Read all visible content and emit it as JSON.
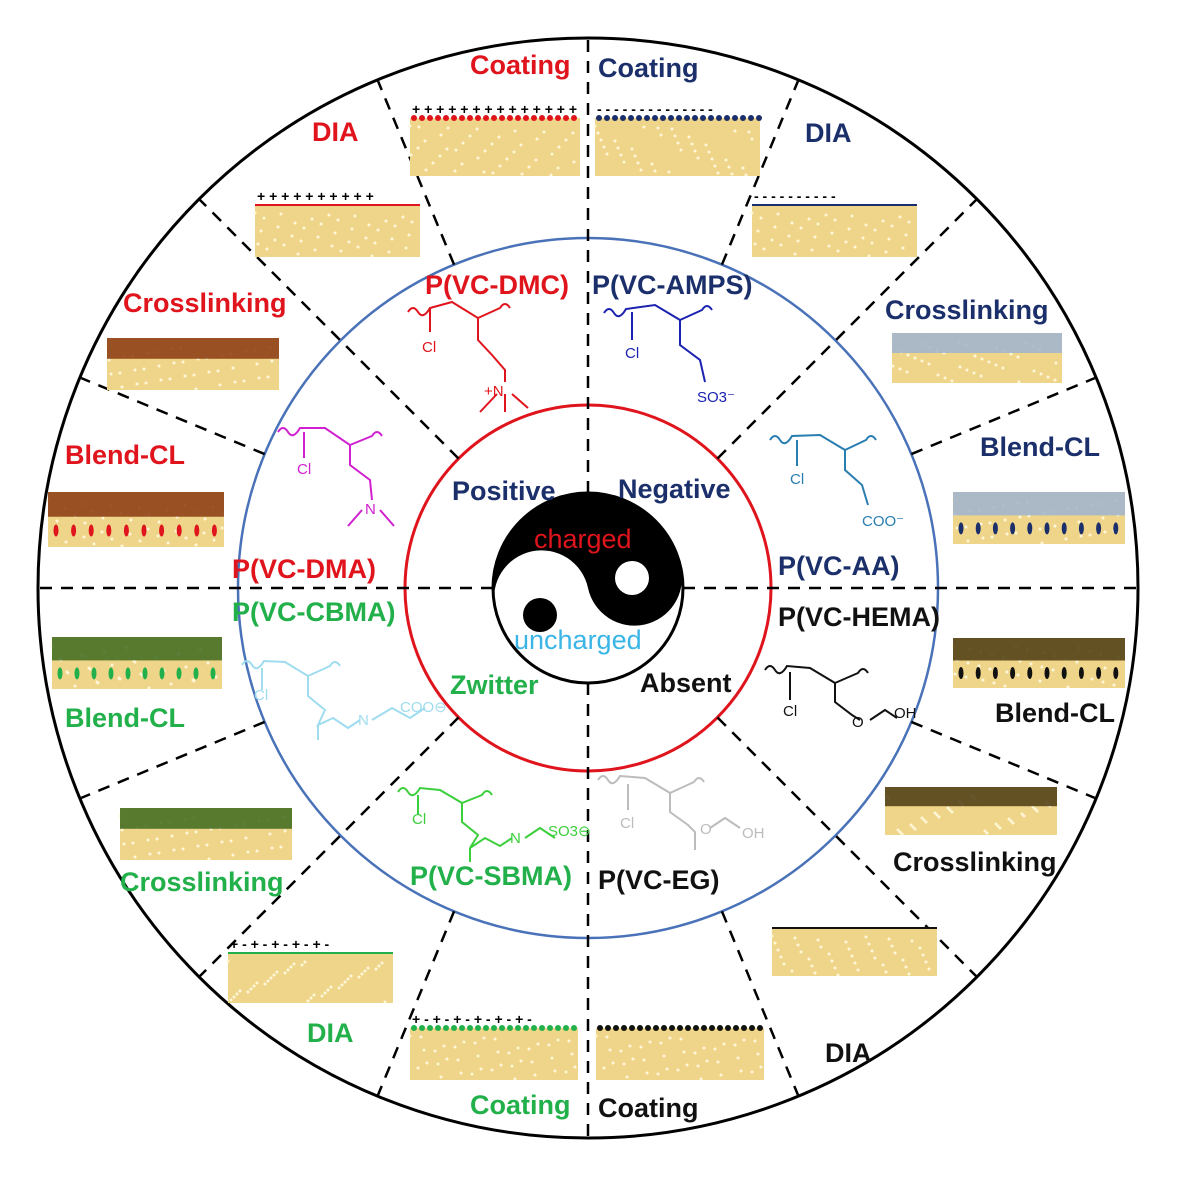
{
  "colors": {
    "positive": "#e0141c",
    "negative": "#1b2f6b",
    "zwitter": "#22b04a",
    "absent": "#111111",
    "blue_ring": "#4a72b8",
    "red_ring": "#e0141c",
    "uncharged": "#39b5e6",
    "membrane": "#efd58a"
  },
  "center": {
    "charged": "charged",
    "uncharged": "uncharged"
  },
  "categories": {
    "positive": "Positive",
    "negative": "Negative",
    "zwitter": "Zwitter",
    "absent": "Absent"
  },
  "polymers": {
    "dmc": "P(VC-DMC)",
    "amps": "P(VC-AMPS)",
    "dma": "P(VC-DMA)",
    "aa": "P(VC-AA)",
    "cbma": "P(VC-CBMA)",
    "hema": "P(VC-HEMA)",
    "sbma": "P(VC-SBMA)",
    "eg": "P(VC-EG)"
  },
  "groups": {
    "cl": "Cl",
    "n_plus": "+N",
    "n": "N",
    "so3": "SO3⁻",
    "coo": "COO⁻",
    "oh": "OH",
    "o": "O",
    "coo_z": "COO⊖",
    "so3_z": "SO3⊖"
  },
  "methods": {
    "positive": {
      "coating": "Coating",
      "dia": "DIA",
      "crosslinking": "Crosslinking",
      "blend": "Blend-CL"
    },
    "negative": {
      "coating": "Coating",
      "dia": "DIA",
      "crosslinking": "Crosslinking",
      "blend": "Blend-CL"
    },
    "zwitter": {
      "coating": "Coating",
      "dia": "DIA",
      "crosslinking": "Crosslinking",
      "blend": "Blend-CL"
    },
    "absent": {
      "coating": "Coating",
      "dia": "DIA",
      "crosslinking": "Crosslinking",
      "blend": "Blend-CL"
    }
  },
  "surface_signs": {
    "positive": "+ + + + + + + + + + + + + +",
    "negative": "- - - - - - - - - - - - - -",
    "zwitter": "+ - + - + - + - + - + -"
  }
}
